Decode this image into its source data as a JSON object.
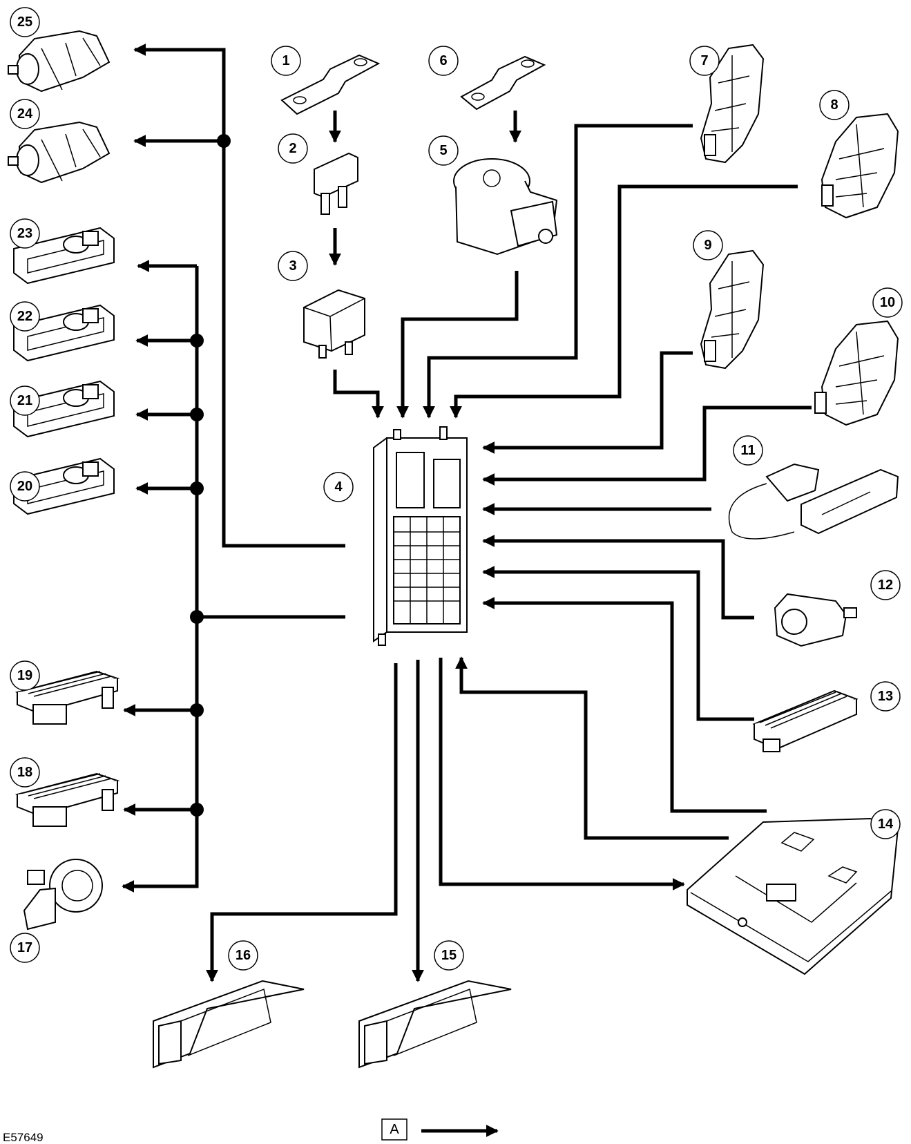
{
  "figure_ref": "E57649",
  "legend": {
    "label": "A"
  },
  "callouts": [
    "1",
    "2",
    "3",
    "4",
    "5",
    "6",
    "7",
    "8",
    "9",
    "10",
    "11",
    "12",
    "13",
    "14",
    "15",
    "16",
    "17",
    "18",
    "19",
    "20",
    "21",
    "22",
    "23",
    "24",
    "25"
  ]
}
